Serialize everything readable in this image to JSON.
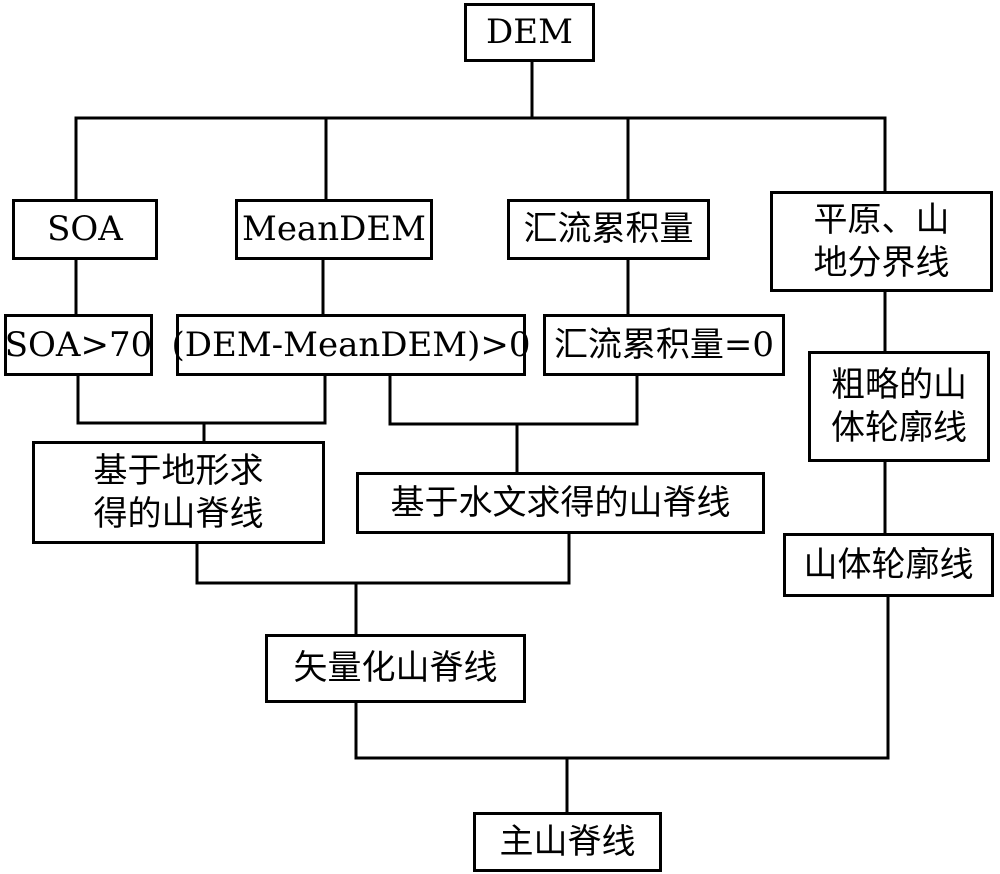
{
  "nodes": {
    "dem": "DEM",
    "soa": "SOA",
    "meandem": "MeanDEM",
    "accum": "汇流累积量",
    "plain_boundary": [
      "平原、山",
      "地分界线"
    ],
    "soa_cond": "SOA>70",
    "dem_cond": "(DEM-MeanDEM)>0",
    "accum_cond": "汇流累积量=0",
    "rough_outline": [
      "粗略的山",
      "体轮廓线"
    ],
    "terrain_ridge": [
      "基于地形求",
      "得的山脊线"
    ],
    "hydro_ridge": "基于水文求得的山脊线",
    "outline": "山体轮廓线",
    "vector_ridge": "矢量化山脊线",
    "main_ridge": "主山脊线"
  }
}
